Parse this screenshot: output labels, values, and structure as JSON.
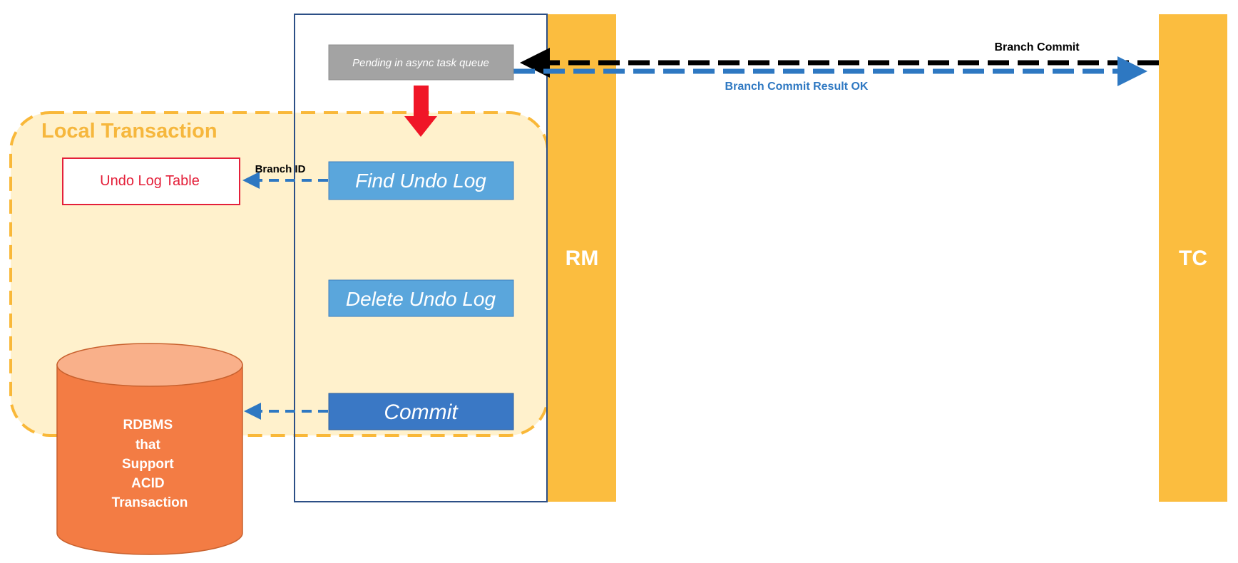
{
  "labels": {
    "local_transaction": "Local Transaction",
    "undo_log_table": "Undo Log Table",
    "branch_id": "Branch ID",
    "pending_queue": "Pending in async task queue",
    "find_undo_log": "Find Undo Log",
    "delete_undo_log": "Delete Undo Log",
    "commit": "Commit",
    "rm": "RM",
    "tc": "TC",
    "branch_commit": "Branch Commit",
    "branch_commit_result": "Branch Commit Result OK",
    "db_lines": [
      "RDBMS",
      "that",
      "Support",
      "ACID",
      "Transaction"
    ]
  },
  "colors": {
    "rm_tc_fill": "#FBBD3F",
    "local_tx_fill": "#FFF1CC",
    "local_tx_border": "#F9B839",
    "local_tx_text": "#F6B73D",
    "undo_table_border": "#E4203A",
    "undo_table_text": "#E4203A",
    "pending_fill": "#A3A3A3",
    "step_fill": "#5AA6DC",
    "commit_fill": "#3A78C5",
    "step_border": "#3F80BF",
    "red_arrow": "#F01627",
    "black_arrow": "#000000",
    "blue_arrow": "#2E78C2",
    "result_text": "#2E78C2",
    "db_body": "#F37C44",
    "db_top": "#F9B08A",
    "db_border": "#C8612E",
    "frame_border": "#2C4F86"
  }
}
